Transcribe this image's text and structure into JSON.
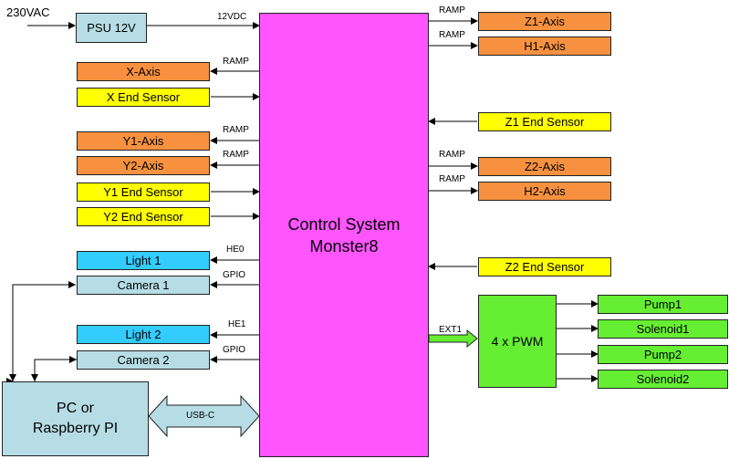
{
  "input_label": "230VAC",
  "psu": "PSU 12V",
  "psu_out": "12VDC",
  "main": {
    "line1": "Control System",
    "line2": "Monster8"
  },
  "pc": {
    "line1": "PC or",
    "line2": "Raspberry PI"
  },
  "usb": "USB-C",
  "pwm": "4 x PWM",
  "ext": "EXT1",
  "left": {
    "x_axis": "X-Axis",
    "x_axis_sig": "RAMP",
    "x_end": "X End Sensor",
    "y1_axis": "Y1-Axis",
    "y1_sig": "RAMP",
    "y2_axis": "Y2-Axis",
    "y2_sig": "RAMP",
    "y1_end": "Y1 End Sensor",
    "y2_end": "Y2 End Sensor",
    "light1": "Light 1",
    "light1_sig": "HE0",
    "camera1": "Camera 1",
    "camera1_sig": "GPIO",
    "light2": "Light 2",
    "light2_sig": "HE1",
    "camera2": "Camera 2",
    "camera2_sig": "GPIO"
  },
  "right": {
    "z1_axis": "Z1-Axis",
    "z1_sig": "RAMP",
    "h1_axis": "H1-Axis",
    "h1_sig": "RAMP",
    "z1_end": "Z1 End Sensor",
    "z2_axis": "Z2-Axis",
    "z2_sig": "RAMP",
    "h2_axis": "H2-Axis",
    "h2_sig": "RAMP",
    "z2_end": "Z2 End Sensor"
  },
  "outputs": [
    "Pump1",
    "Solenoid1",
    "Pump2",
    "Solenoid2"
  ],
  "colors": {
    "axis": "#f7913f",
    "sensor": "#ffff00",
    "light": "#33ccff",
    "camera": "#b6dde6",
    "pwm": "#66ee33",
    "controller": "#ff55ff"
  }
}
